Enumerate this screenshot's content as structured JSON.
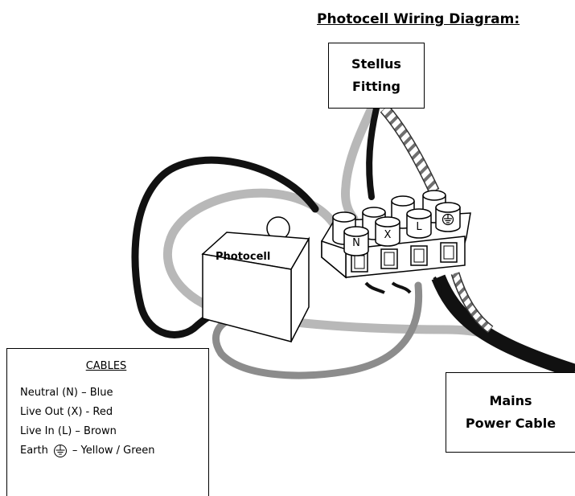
{
  "diagram": {
    "title": "Photocell Wiring Diagram:",
    "stellus_fitting": {
      "line1": "Stellus",
      "line2": "Fitting"
    },
    "mains": {
      "line1": "Mains",
      "line2": "Power Cable"
    },
    "photocell_label": "Photocell",
    "terminals": {
      "neutral": "N",
      "live_out": "X",
      "live_in": "L"
    }
  },
  "cables": {
    "heading": "CABLES",
    "neutral": "Neutral (N) – Blue",
    "live_out": "Live Out (X) - Red",
    "live_in": "Live In (L) – Brown",
    "earth_prefix": "Earth",
    "earth_suffix": "– Yellow / Green"
  },
  "colors": {
    "black_wire": "#111111",
    "grey_wire": "#b3b3b3",
    "dark_grey_wire": "#8a8a8a"
  }
}
